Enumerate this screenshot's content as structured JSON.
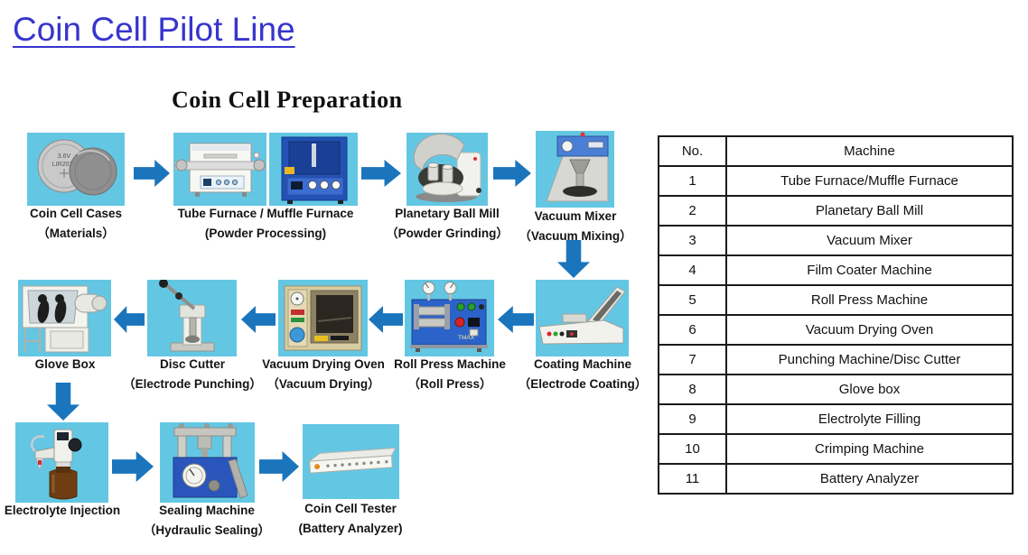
{
  "page": {
    "title": "Coin Cell Pilot Line",
    "diagram_heading": "Coin Cell Preparation"
  },
  "colors": {
    "title_blue": "#3734cd",
    "arrow_blue": "#1b75bc",
    "image_background": "#63c7e3",
    "table_border": "#1a1a1a"
  },
  "flow": {
    "nodes": [
      {
        "label": "Coin Cell Cases",
        "sublabel": "（Materials）"
      },
      {
        "label": "Tube Furnace / Muffle Furnace",
        "sublabel": "(Powder Processing)"
      },
      {
        "label": "Planetary Ball Mill",
        "sublabel": "（Powder Grinding）"
      },
      {
        "label": "Vacuum Mixer",
        "sublabel": "（Vacuum Mixing）"
      },
      {
        "label": "Coating Machine",
        "sublabel": "（Electrode Coating）"
      },
      {
        "label": "Roll Press Machine",
        "sublabel": "（Roll Press）"
      },
      {
        "label": "Vacuum Drying Oven",
        "sublabel": "（Vacuum Drying）"
      },
      {
        "label": "Disc Cutter",
        "sublabel": "（Electrode Punching）"
      },
      {
        "label": "Glove Box",
        "sublabel": ""
      },
      {
        "label": "Electrolyte Injection",
        "sublabel": ""
      },
      {
        "label": "Sealing Machine",
        "sublabel": "（Hydraulic Sealing）"
      },
      {
        "label": "Coin Cell Tester",
        "sublabel": "(Battery Analyzer)"
      }
    ]
  },
  "table": {
    "headers": [
      "No.",
      "Machine"
    ],
    "rows": [
      [
        "1",
        "Tube Furnace/Muffle Furnace"
      ],
      [
        "2",
        "Planetary Ball Mill"
      ],
      [
        "3",
        "Vacuum Mixer"
      ],
      [
        "4",
        "Film Coater Machine"
      ],
      [
        "5",
        "Roll Press Machine"
      ],
      [
        "6",
        "Vacuum Drying Oven"
      ],
      [
        "7",
        "Punching Machine/Disc Cutter"
      ],
      [
        "8",
        "Glove box"
      ],
      [
        "9",
        "Electrolyte Filling"
      ],
      [
        "10",
        "Crimping Machine"
      ],
      [
        "11",
        "Battery Analyzer"
      ]
    ]
  }
}
